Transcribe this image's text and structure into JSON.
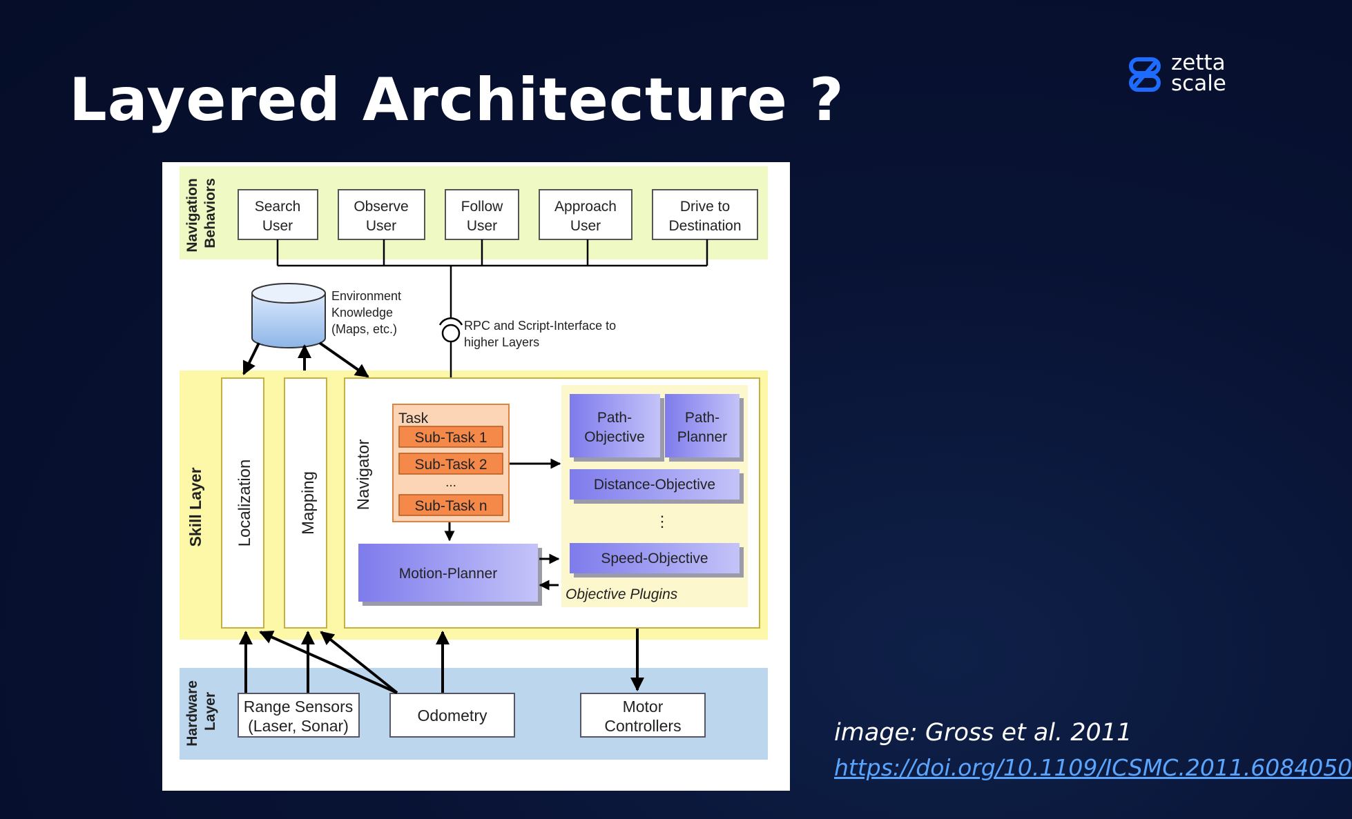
{
  "slide": {
    "title": "Layered Architecture ?",
    "caption": "image: Gross et al. 2011",
    "link": "https://doi.org/10.1109/ICSMC.2011.6084050"
  },
  "logo": {
    "line1": "zetta",
    "line2": "scale",
    "icon": "zetta-s-icon",
    "color": "#1e6bff"
  },
  "diagram": {
    "layers": {
      "navigation": [
        "Navigation",
        "Behaviors"
      ],
      "skill": "Skill Layer",
      "hardware": [
        "Hardware",
        "Layer"
      ]
    },
    "behaviors": [
      [
        "Search",
        "User"
      ],
      [
        "Observe",
        "User"
      ],
      [
        "Follow",
        "User"
      ],
      [
        "Approach",
        "User"
      ],
      [
        "Drive to",
        "Destination"
      ]
    ],
    "environment": [
      "Environment",
      "Knowledge",
      "(Maps, etc.)"
    ],
    "rpc": [
      "RPC and Script-Interface to",
      "higher Layers"
    ],
    "localization": "Localization",
    "mapping": "Mapping",
    "navigator": "Navigator",
    "task": {
      "title": "Task",
      "subtasks": [
        "Sub-Task 1",
        "Sub-Task 2",
        "Sub-Task n"
      ],
      "ellipsis": "..."
    },
    "path_objective": [
      "Path-",
      "Objective"
    ],
    "path_planner": [
      "Path-",
      "Planner"
    ],
    "distance_objective": "Distance-Objective",
    "vdots": "⋮",
    "speed_objective": "Speed-Objective",
    "motion_planner": "Motion-Planner",
    "objective_plugins": "Objective Plugins",
    "range_sensors": [
      "Range Sensors",
      "(Laser, Sonar)"
    ],
    "odometry": "Odometry",
    "motor_controllers": [
      "Motor",
      "Controllers"
    ]
  },
  "colors": {
    "nav_band": "#eef9c4",
    "skill_band": "#fdf7a8",
    "hardware_band": "#bcd6ee",
    "task_orange": "#f4894a",
    "plugin_purple": "#8b87f0"
  }
}
